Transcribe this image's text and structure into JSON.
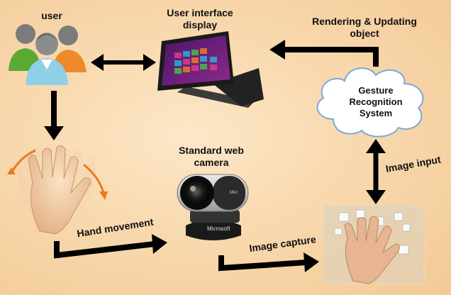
{
  "labels": {
    "user": "user",
    "ui_display": "User interface display",
    "rendering": "Rendering & Updating object",
    "gesture_system": "Gesture Recognition System",
    "standard_camera": "Standard web camera",
    "image_input": "Image input",
    "hand_movement": "Hand movement",
    "image_capture": "Image capture",
    "camera_brand": "Microsoft"
  },
  "icons": {
    "users": "users-group-icon",
    "laptop": "tablet-laptop-icon",
    "cloud": "cloud-icon",
    "hand_wave": "waving-hand-icon",
    "webcam": "webcam-icon",
    "hand_touch": "hand-touch-icon"
  },
  "colors": {
    "background": "#f8d9ae",
    "arrow": "#000000",
    "cloud_fill": "#ffffff",
    "cloud_stroke": "#7da7d9",
    "user_green": "#5aa932",
    "user_blue": "#8fd0e6",
    "user_orange": "#ef8a2a",
    "screen_purple": "#6a1f7a",
    "wave_arrow": "#e97a1f"
  }
}
